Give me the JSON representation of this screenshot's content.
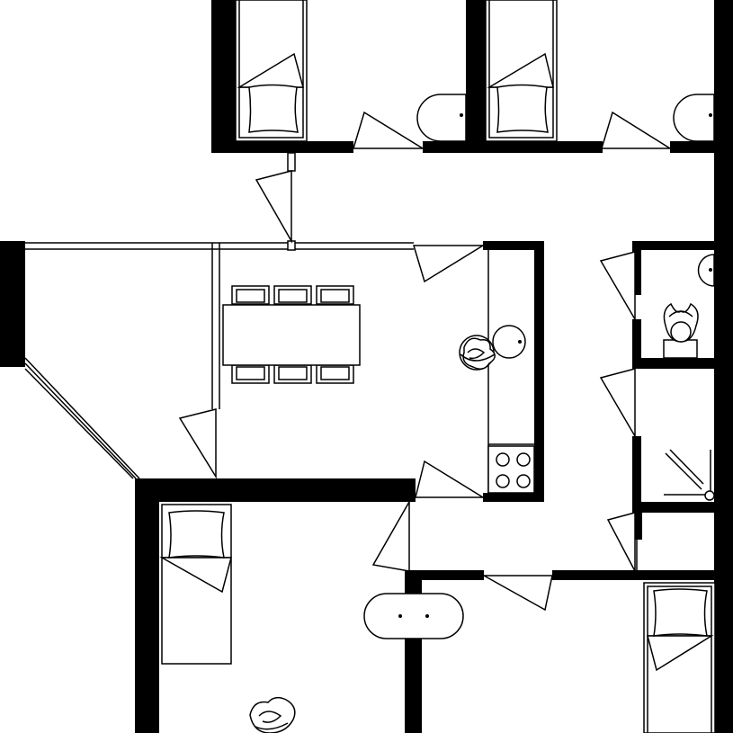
{
  "plan": {
    "colors": {
      "wall": "#000000",
      "background": "#ffffff",
      "line": "#000000"
    },
    "rooms": [
      "bedroom-top-left",
      "bedroom-top-right",
      "hallway",
      "living-dining-kitchen",
      "wc",
      "shower-room",
      "bedroom-bottom-left",
      "bathroom-bottom",
      "bedroom-bottom-right"
    ],
    "furniture": [
      "bed",
      "bed",
      "bed",
      "bed",
      "dining-table",
      "dining-chair",
      "bathtub",
      "bathtub",
      "bathtub",
      "kitchen-counter",
      "cooktop",
      "kitchen-sink",
      "toilet",
      "washbasin",
      "shower-tray",
      "potted-plant"
    ]
  }
}
